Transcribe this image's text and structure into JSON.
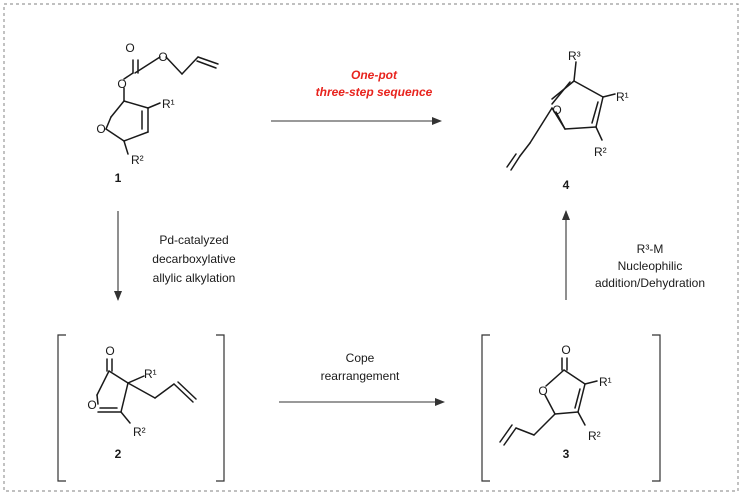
{
  "colors": {
    "accent": "#e8231d",
    "ink": "#1a1a1a",
    "frame": "#9a9a9a"
  },
  "top_arrow": {
    "line1": "One-pot",
    "line2": "three-step sequence"
  },
  "step1": {
    "line1": "Pd-catalyzed",
    "line2": "decarboxylative",
    "line3": "allylic alkylation"
  },
  "step2": {
    "line1": "Cope",
    "line2": "rearrangement"
  },
  "step3": {
    "line1": "R³-M",
    "line2": "Nucleophilic",
    "line3": "addition/Dehydration"
  },
  "compounds": {
    "c1": {
      "number": "1",
      "r1": "R¹",
      "r2": "R²",
      "o_ring": "O",
      "o_link": "O",
      "o_carbonyl": "O",
      "o_ester": "O"
    },
    "c2": {
      "number": "2",
      "r1": "R¹",
      "r2": "R²",
      "o_ring": "O",
      "o_carbonyl": "O"
    },
    "c3": {
      "number": "3",
      "r1": "R¹",
      "r2": "R²",
      "o_ring": "O",
      "o_carbonyl": "O"
    },
    "c4": {
      "number": "4",
      "r1": "R¹",
      "r2": "R²",
      "r3": "R³",
      "o_ring": "O"
    }
  }
}
